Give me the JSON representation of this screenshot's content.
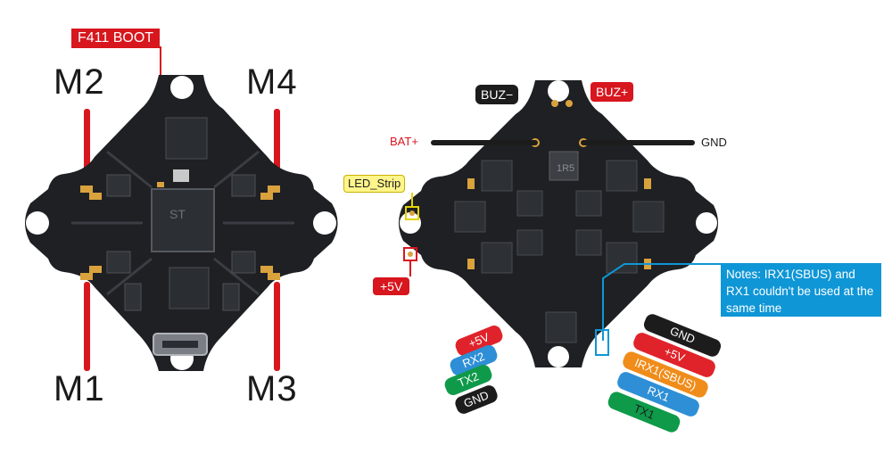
{
  "motors": {
    "m1": "M1",
    "m2": "M2",
    "m3": "M3",
    "m4": "M4"
  },
  "labels": {
    "boot": "F411 BOOT",
    "buz_neg": "BUZ−",
    "buz_pos": "BUZ+",
    "bat": "BAT+",
    "gnd": "GND",
    "led_strip": "LED_Strip",
    "pad_5v": "+5V"
  },
  "note": "Notes: IRX1(SBUS) and RX1 couldn't be used at the same time",
  "left_pills": [
    {
      "label": "+5V",
      "color": "#e0232b"
    },
    {
      "label": "RX2",
      "color": "#2e8fd6"
    },
    {
      "label": "TX2",
      "color": "#0f9a4a"
    },
    {
      "label": "GND",
      "color": "#1c1c1c"
    }
  ],
  "right_pills": [
    {
      "label": "GND",
      "color": "#1c1c1c"
    },
    {
      "label": "+5V",
      "color": "#e0232b"
    },
    {
      "label": "IRX1(SBUS)",
      "color": "#f08c1a"
    },
    {
      "label": "RX1",
      "color": "#2e8fd6"
    },
    {
      "label": "TX1",
      "color": "#0f9a4a"
    }
  ],
  "colors": {
    "board": "#1e2024",
    "pad": "#d9a23d",
    "red": "#d7161e",
    "note": "#0f96d6"
  }
}
